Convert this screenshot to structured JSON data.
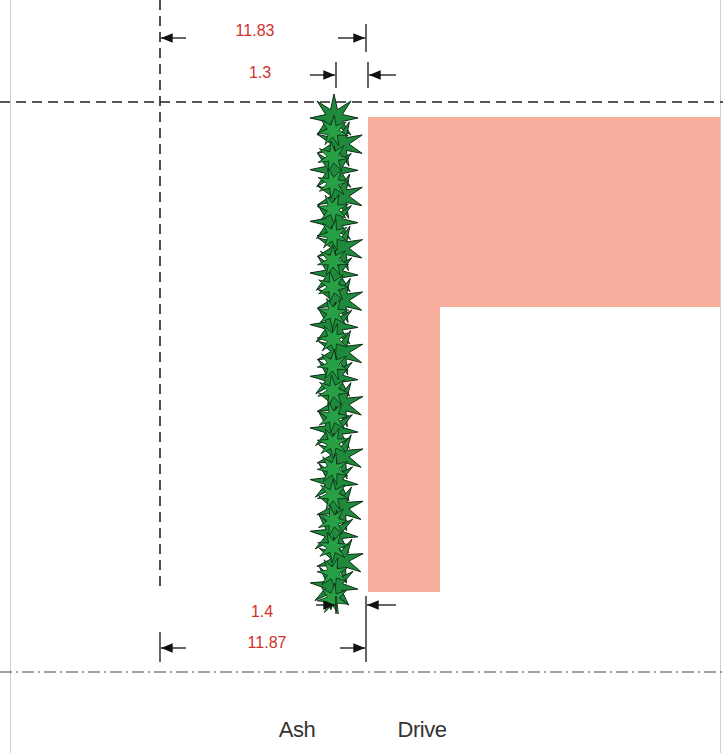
{
  "diagram": {
    "labels": [
      "11.83",
      "1.3",
      "1.4",
      "11.87",
      "Ash",
      "Drive"
    ]
  }
}
